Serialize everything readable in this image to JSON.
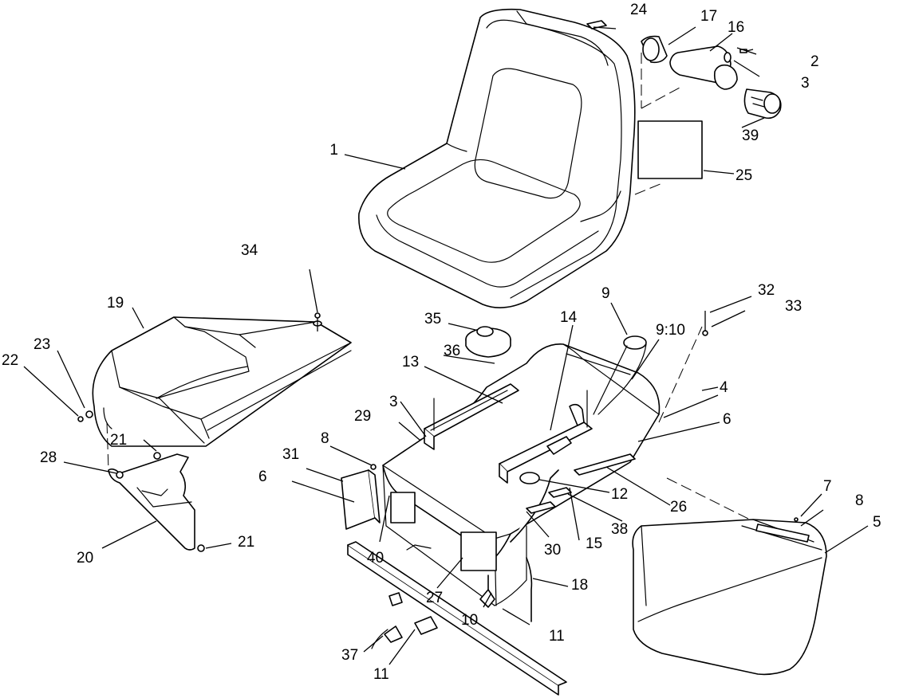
{
  "callouts": [
    {
      "id": "c1",
      "text": "1"
    },
    {
      "id": "c2",
      "text": "2"
    },
    {
      "id": "c3a",
      "text": "3"
    },
    {
      "id": "c3b",
      "text": "3"
    },
    {
      "id": "c4",
      "text": "4"
    },
    {
      "id": "c5",
      "text": "5"
    },
    {
      "id": "c6a",
      "text": "6"
    },
    {
      "id": "c6b",
      "text": "6"
    },
    {
      "id": "c7",
      "text": "7"
    },
    {
      "id": "c8a",
      "text": "8"
    },
    {
      "id": "c8b",
      "text": "8"
    },
    {
      "id": "c9",
      "text": "9"
    },
    {
      "id": "c910",
      "text": "9:10"
    },
    {
      "id": "c10",
      "text": "10"
    },
    {
      "id": "c11a",
      "text": "11"
    },
    {
      "id": "c11b",
      "text": "11"
    },
    {
      "id": "c12",
      "text": "12"
    },
    {
      "id": "c13",
      "text": "13"
    },
    {
      "id": "c14",
      "text": "14"
    },
    {
      "id": "c15",
      "text": "15"
    },
    {
      "id": "c16",
      "text": "16"
    },
    {
      "id": "c17",
      "text": "17"
    },
    {
      "id": "c18",
      "text": "18"
    },
    {
      "id": "c19",
      "text": "19"
    },
    {
      "id": "c20",
      "text": "20"
    },
    {
      "id": "c21a",
      "text": "21"
    },
    {
      "id": "c21b",
      "text": "21"
    },
    {
      "id": "c22",
      "text": "22"
    },
    {
      "id": "c23",
      "text": "23"
    },
    {
      "id": "c24",
      "text": "24"
    },
    {
      "id": "c25",
      "text": "25"
    },
    {
      "id": "c26",
      "text": "26"
    },
    {
      "id": "c27",
      "text": "27"
    },
    {
      "id": "c28",
      "text": "28"
    },
    {
      "id": "c29",
      "text": "29"
    },
    {
      "id": "c30",
      "text": "30"
    },
    {
      "id": "c31",
      "text": "31"
    },
    {
      "id": "c32",
      "text": "32"
    },
    {
      "id": "c33",
      "text": "33"
    },
    {
      "id": "c34",
      "text": "34"
    },
    {
      "id": "c35",
      "text": "35"
    },
    {
      "id": "c36",
      "text": "36"
    },
    {
      "id": "c37",
      "text": "37"
    },
    {
      "id": "c38",
      "text": "38"
    },
    {
      "id": "c39",
      "text": "39"
    },
    {
      "id": "c40",
      "text": "40"
    }
  ]
}
